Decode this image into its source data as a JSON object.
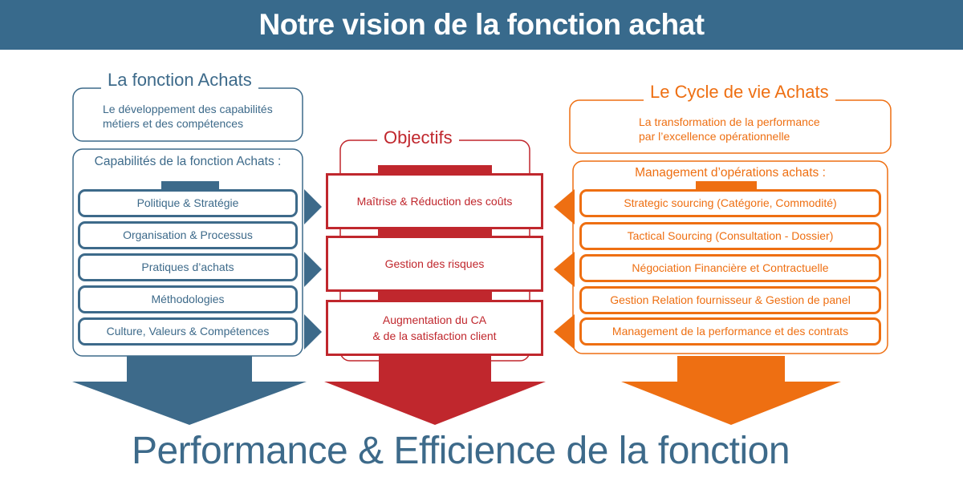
{
  "header": {
    "title": "Notre vision de la fonction achat"
  },
  "left": {
    "title": "La fonction Achats",
    "description_lines": [
      "Le développement des capabilités",
      "métiers et des compétences"
    ],
    "subtitle": "Capabilités de la fonction Achats :",
    "items": [
      "Politique & Stratégie",
      "Organisation & Processus",
      "Pratiques d’achats",
      "Méthodologies",
      "Culture, Valeurs & Compétences"
    ]
  },
  "center": {
    "title": "Objectifs",
    "items": [
      {
        "lines": [
          "Maîtrise & Réduction des coûts"
        ]
      },
      {
        "lines": [
          "Gestion des risques"
        ]
      },
      {
        "lines": [
          "Augmentation du CA",
          "& de la satisfaction client"
        ]
      }
    ]
  },
  "right": {
    "title": "Le Cycle de vie Achats",
    "description_lines": [
      "La transformation de la performance",
      "par l’excellence opérationnelle"
    ],
    "subtitle": "Management d’opérations achats :",
    "items": [
      "Strategic sourcing (Catégorie, Commodité)",
      "Tactical Sourcing (Consultation - Dossier)",
      "Négociation Financière et Contractuelle",
      "Gestion Relation fournisseur & Gestion de panel",
      "Management de la performance et des contrats"
    ]
  },
  "footer": {
    "text": "Performance & Efficience de la fonction"
  },
  "colors": {
    "blue": "#3d6a8a",
    "header_blue": "#386a8c",
    "red": "#c0272d",
    "orange": "#ee6f12"
  }
}
